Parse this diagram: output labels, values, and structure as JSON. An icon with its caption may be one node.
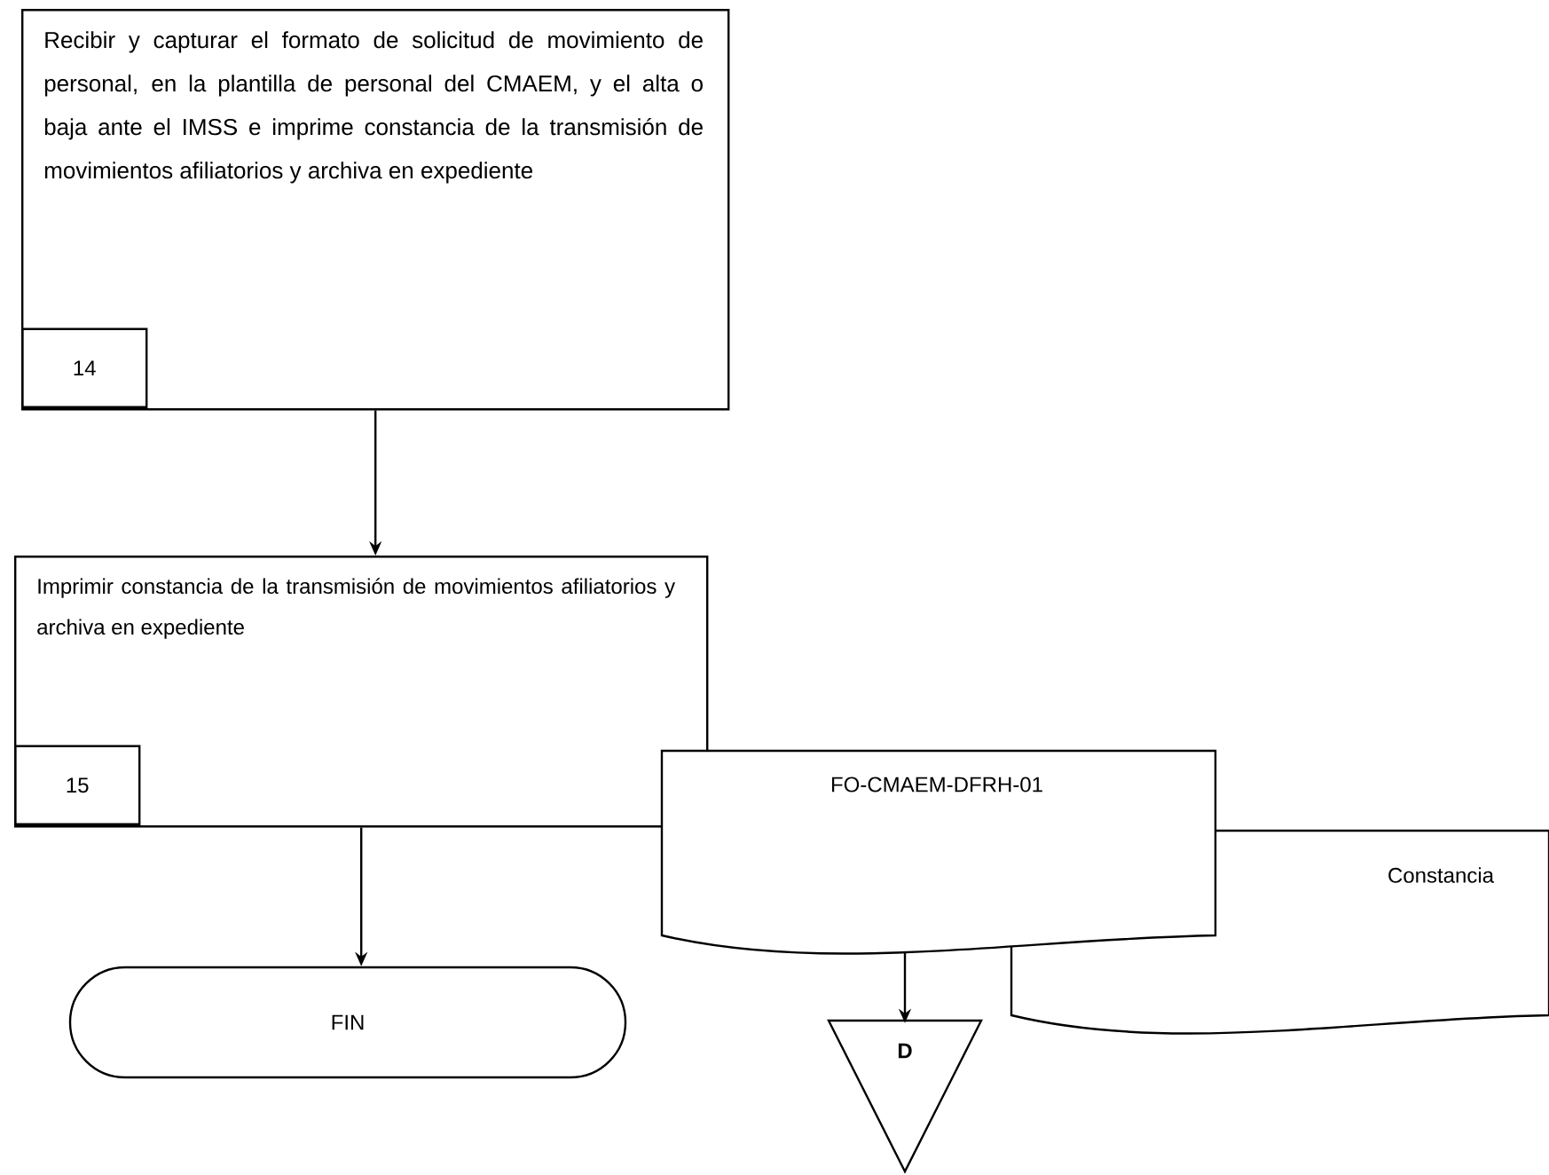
{
  "diagram": {
    "nodes": [
      {
        "text": [
          "Recibir y capturar el formato de solicitud de movimiento de personal, en la plantilla de personal del CMAEM, y el alta o baja ante el IMSS e imprime constancia de la transmisión de movimientos afiliatorios y archiva en expediente",
          "14"
        ]
      },
      {
        "text": [
          "Imprimir constancia de la transmisión de movimientos afiliatorios y archiva en expediente",
          "15"
        ]
      },
      {
        "text": [
          "FO-CMAEM-DFRH-01"
        ]
      },
      {
        "text": [
          "Constancia"
        ]
      },
      {
        "text": [
          "FIN"
        ]
      },
      {
        "text": [
          "D"
        ]
      }
    ],
    "edges": [
      {
        "from": 0,
        "to": 1,
        "arrow": "to"
      },
      {
        "from": 1,
        "to": 4,
        "arrow": "to"
      },
      {
        "from": 2,
        "to": 5,
        "arrow": "to"
      }
    ]
  }
}
